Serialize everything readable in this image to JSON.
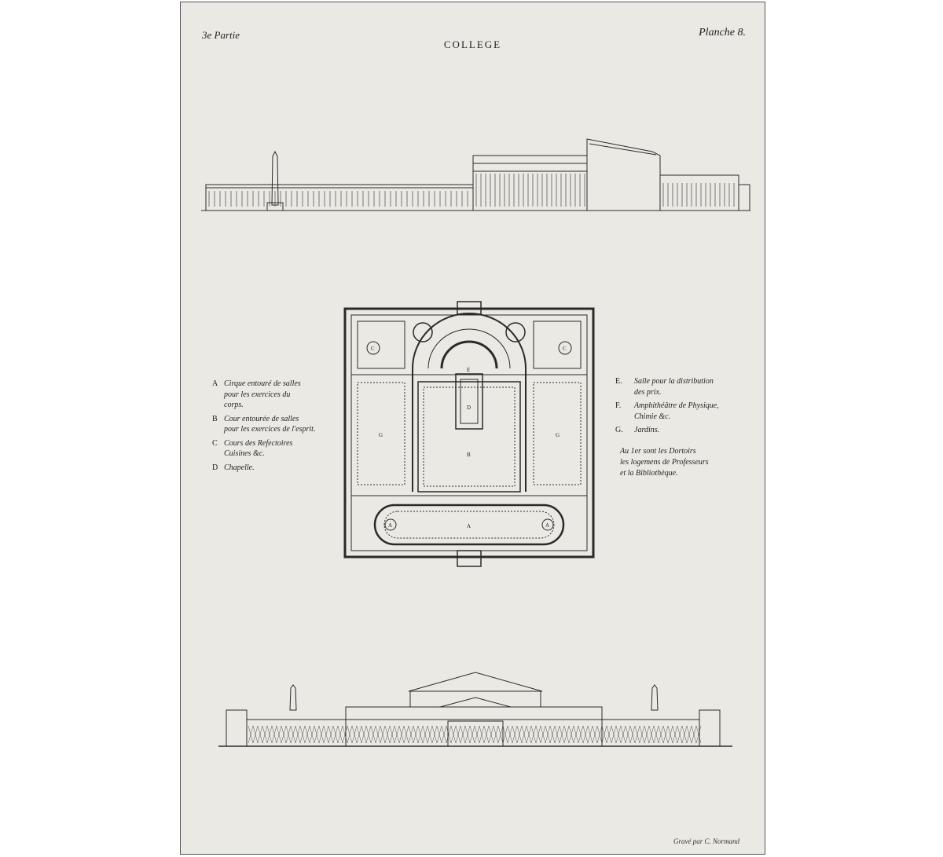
{
  "header": {
    "part": "3e Partie",
    "plate": "Planche 8.",
    "title": "COLLEGE"
  },
  "legend_left": [
    {
      "key": "A",
      "text": "Cirque entouré de salles\npour les exercices du\ncorps."
    },
    {
      "key": "B",
      "text": "Cour entourée de salles\npour les exercices de l'esprit."
    },
    {
      "key": "C",
      "text": "Cours des Refectoires\nCuisines &c."
    },
    {
      "key": "D",
      "text": "Chapelle."
    }
  ],
  "legend_right": [
    {
      "key": "E.",
      "text": "Salle pour la distribution\ndes prix."
    },
    {
      "key": "F.",
      "text": "Amphithéâtre de Physique,\nChimie &c."
    },
    {
      "key": "G.",
      "text": "Jardins."
    }
  ],
  "legend_note": "Au 1er sont les Dortoirs\nles logemens de Professeurs\net la Bibliothèque.",
  "plan_labels": {
    "a": "A",
    "b": "B",
    "c": "C",
    "d": "D",
    "e": "E",
    "g": "G"
  },
  "engraver": "Gravé par C. Normand",
  "colors": {
    "paper": "#ebe9e3",
    "ink": "#2a2a2a"
  }
}
